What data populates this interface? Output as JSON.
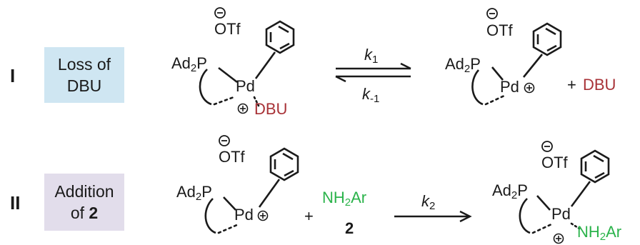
{
  "row1": {
    "numeral": "I",
    "box_line1": "Loss of",
    "box_line2": "DBU",
    "reactant": {
      "anion": "OTf",
      "phosphine_prefix": "Ad",
      "phosphine_sub": "2",
      "phosphine_atom": "P",
      "metal": "Pd",
      "ligand": "DBU"
    },
    "k_forward": "k",
    "k_forward_sub": "1",
    "k_reverse": "k",
    "k_reverse_sub": "-1",
    "product": {
      "anion": "OTf",
      "phosphine_prefix": "Ad",
      "phosphine_sub": "2",
      "phosphine_atom": "P",
      "metal": "Pd"
    },
    "plus": "+",
    "byproduct": "DBU"
  },
  "row2": {
    "numeral": "II",
    "box_line1": "Addition",
    "box_line2_prefix": "of ",
    "box_line2_bold": "2",
    "reactant": {
      "anion": "OTf",
      "phosphine_prefix": "Ad",
      "phosphine_sub": "2",
      "phosphine_atom": "P",
      "metal": "Pd"
    },
    "plus": "+",
    "amine_prefix": "NH",
    "amine_sub": "2",
    "amine_suffix": "Ar",
    "amine_label": "2",
    "k": "k",
    "k_sub": "2",
    "product": {
      "anion": "OTf",
      "phosphine_prefix": "Ad",
      "phosphine_sub": "2",
      "phosphine_atom": "P",
      "metal": "Pd",
      "amine_prefix": "NH",
      "amine_sub": "2",
      "amine_suffix": "Ar"
    }
  },
  "colors": {
    "dbu": "#a83237",
    "amine": "#2bb34b",
    "box1": "#cfe6f2",
    "box2": "#e2ddeb"
  },
  "icons": {
    "charge": "circled-plus",
    "anion": "circled-minus"
  }
}
